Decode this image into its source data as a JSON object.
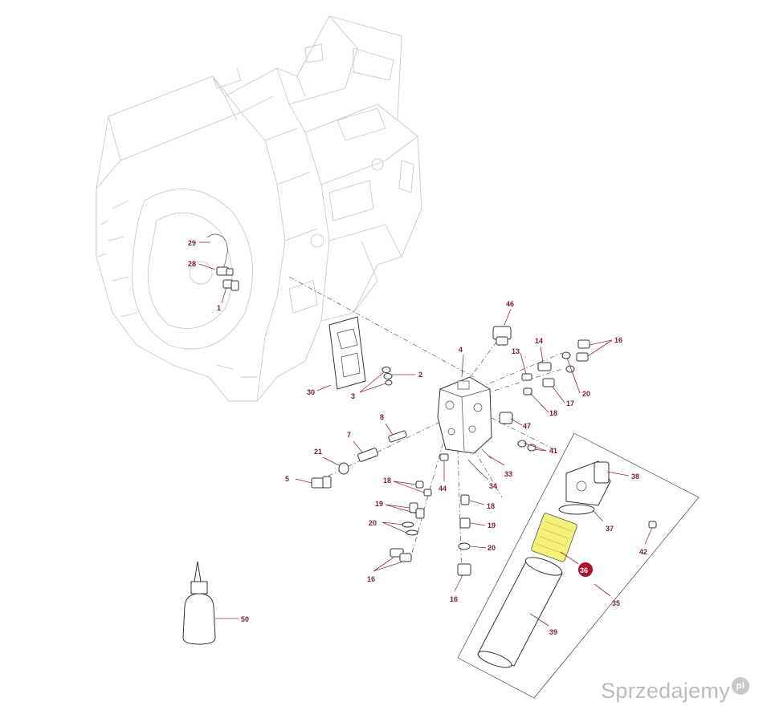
{
  "callouts": [
    {
      "id": "label-29",
      "text": "29"
    },
    {
      "id": "label-28",
      "text": "28"
    },
    {
      "id": "label-1",
      "text": "1"
    },
    {
      "id": "label-46",
      "text": "46"
    },
    {
      "id": "label-4",
      "text": "4"
    },
    {
      "id": "label-13",
      "text": "13"
    },
    {
      "id": "label-14",
      "text": "14"
    },
    {
      "id": "label-16a",
      "text": "16"
    },
    {
      "id": "label-2",
      "text": "2"
    },
    {
      "id": "label-3",
      "text": "3"
    },
    {
      "id": "label-30",
      "text": "30"
    },
    {
      "id": "label-20a",
      "text": "20"
    },
    {
      "id": "label-17",
      "text": "17"
    },
    {
      "id": "label-18a",
      "text": "18"
    },
    {
      "id": "label-47",
      "text": "47"
    },
    {
      "id": "label-8",
      "text": "8"
    },
    {
      "id": "label-7",
      "text": "7"
    },
    {
      "id": "label-21",
      "text": "21"
    },
    {
      "id": "label-41",
      "text": "41"
    },
    {
      "id": "label-5",
      "text": "5"
    },
    {
      "id": "label-33",
      "text": "33"
    },
    {
      "id": "label-34",
      "text": "34"
    },
    {
      "id": "label-44",
      "text": "44"
    },
    {
      "id": "label-38",
      "text": "38"
    },
    {
      "id": "label-18b",
      "text": "18"
    },
    {
      "id": "label-18c",
      "text": "18"
    },
    {
      "id": "label-19a",
      "text": "19"
    },
    {
      "id": "label-19b",
      "text": "19"
    },
    {
      "id": "label-37",
      "text": "37"
    },
    {
      "id": "label-20b",
      "text": "20"
    },
    {
      "id": "label-20c",
      "text": "20"
    },
    {
      "id": "label-42",
      "text": "42"
    },
    {
      "id": "label-16b",
      "text": "16"
    },
    {
      "id": "label-36",
      "text": "36"
    },
    {
      "id": "label-16c",
      "text": "16"
    },
    {
      "id": "label-35",
      "text": "35"
    },
    {
      "id": "label-39",
      "text": "39"
    },
    {
      "id": "label-50",
      "text": "50"
    }
  ],
  "watermark": {
    "text": "Sprzedajemy",
    "badge": "pl"
  },
  "colors": {
    "label": "#7a1e2b",
    "highlight_badge": "#b0102a",
    "highlight_part": "#f5f07a"
  }
}
